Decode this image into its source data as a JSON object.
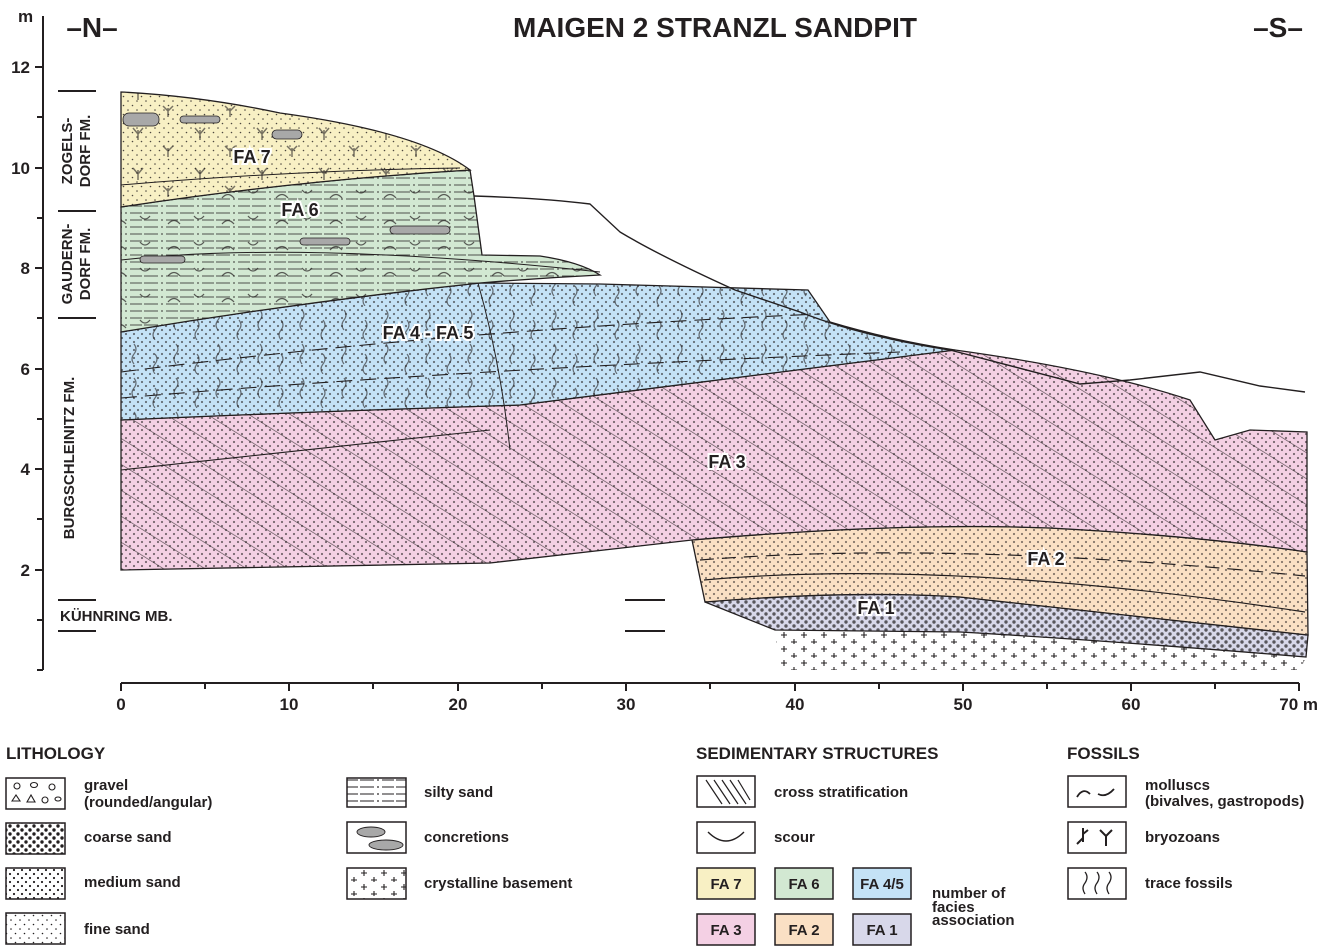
{
  "title": "MAIGEN 2   STRANZL SANDPIT",
  "direction": {
    "left": "–N–",
    "right": "–S–"
  },
  "axes": {
    "y_unit": "m",
    "y_ticks": [
      "2",
      "4",
      "6",
      "8",
      "10",
      "12"
    ],
    "x_ticks": [
      "0",
      "10",
      "20",
      "30",
      "40",
      "50",
      "60"
    ],
    "x_last": "70 m"
  },
  "formations": [
    {
      "id": "zogelsdorf",
      "line1": "ZOGELS-",
      "line2": "DORF FM."
    },
    {
      "id": "gauderndorf",
      "line1": "GAUDERN-",
      "line2": "DORF FM."
    },
    {
      "id": "burgschleinitz",
      "line1": "BURGSCHLEINITZ FM.",
      "line2": ""
    },
    {
      "id": "kuehnring",
      "line1": "KÜHNRING MB.",
      "line2": ""
    }
  ],
  "facies_labels": [
    "FA 7",
    "FA 6",
    "FA 4 - FA 5",
    "FA 3",
    "FA 2",
    "FA 1"
  ],
  "colors": {
    "FA7": "#f8f0c4",
    "FA6": "#d2e8d2",
    "FA45": "#c4e2f6",
    "FA3": "#f4d0e4",
    "FA2": "#fae0c4",
    "FA1": "#d8d8ea",
    "concretion": "#a8a8a8",
    "ink": "#231f20"
  },
  "legend": {
    "lithology": {
      "header": "LITHOLOGY",
      "items": [
        {
          "id": "gravel",
          "label": "gravel",
          "label2": "(rounded/angular)"
        },
        {
          "id": "coarse",
          "label": "coarse sand",
          "label2": ""
        },
        {
          "id": "medium",
          "label": "medium sand",
          "label2": ""
        },
        {
          "id": "fine",
          "label": "fine sand",
          "label2": ""
        },
        {
          "id": "silty",
          "label": "silty sand",
          "label2": ""
        },
        {
          "id": "concretions",
          "label": "concretions",
          "label2": ""
        },
        {
          "id": "basement",
          "label": "crystalline basement",
          "label2": ""
        }
      ]
    },
    "structures": {
      "header": "SEDIMENTARY STRUCTURES",
      "items": [
        {
          "id": "cross",
          "label": "cross stratification"
        },
        {
          "id": "scour",
          "label": "scour"
        }
      ],
      "chips": [
        "FA 7",
        "FA 6",
        "FA 4/5",
        "FA 3",
        "FA 2",
        "FA 1"
      ],
      "chips_note": [
        "number of",
        "facies",
        "association"
      ]
    },
    "fossils": {
      "header": "FOSSILS",
      "items": [
        {
          "id": "molluscs",
          "label": "molluscs",
          "label2": "(bivalves, gastropods)"
        },
        {
          "id": "bryozoans",
          "label": "bryozoans",
          "label2": ""
        },
        {
          "id": "trace",
          "label": "trace fossils",
          "label2": ""
        }
      ]
    }
  }
}
